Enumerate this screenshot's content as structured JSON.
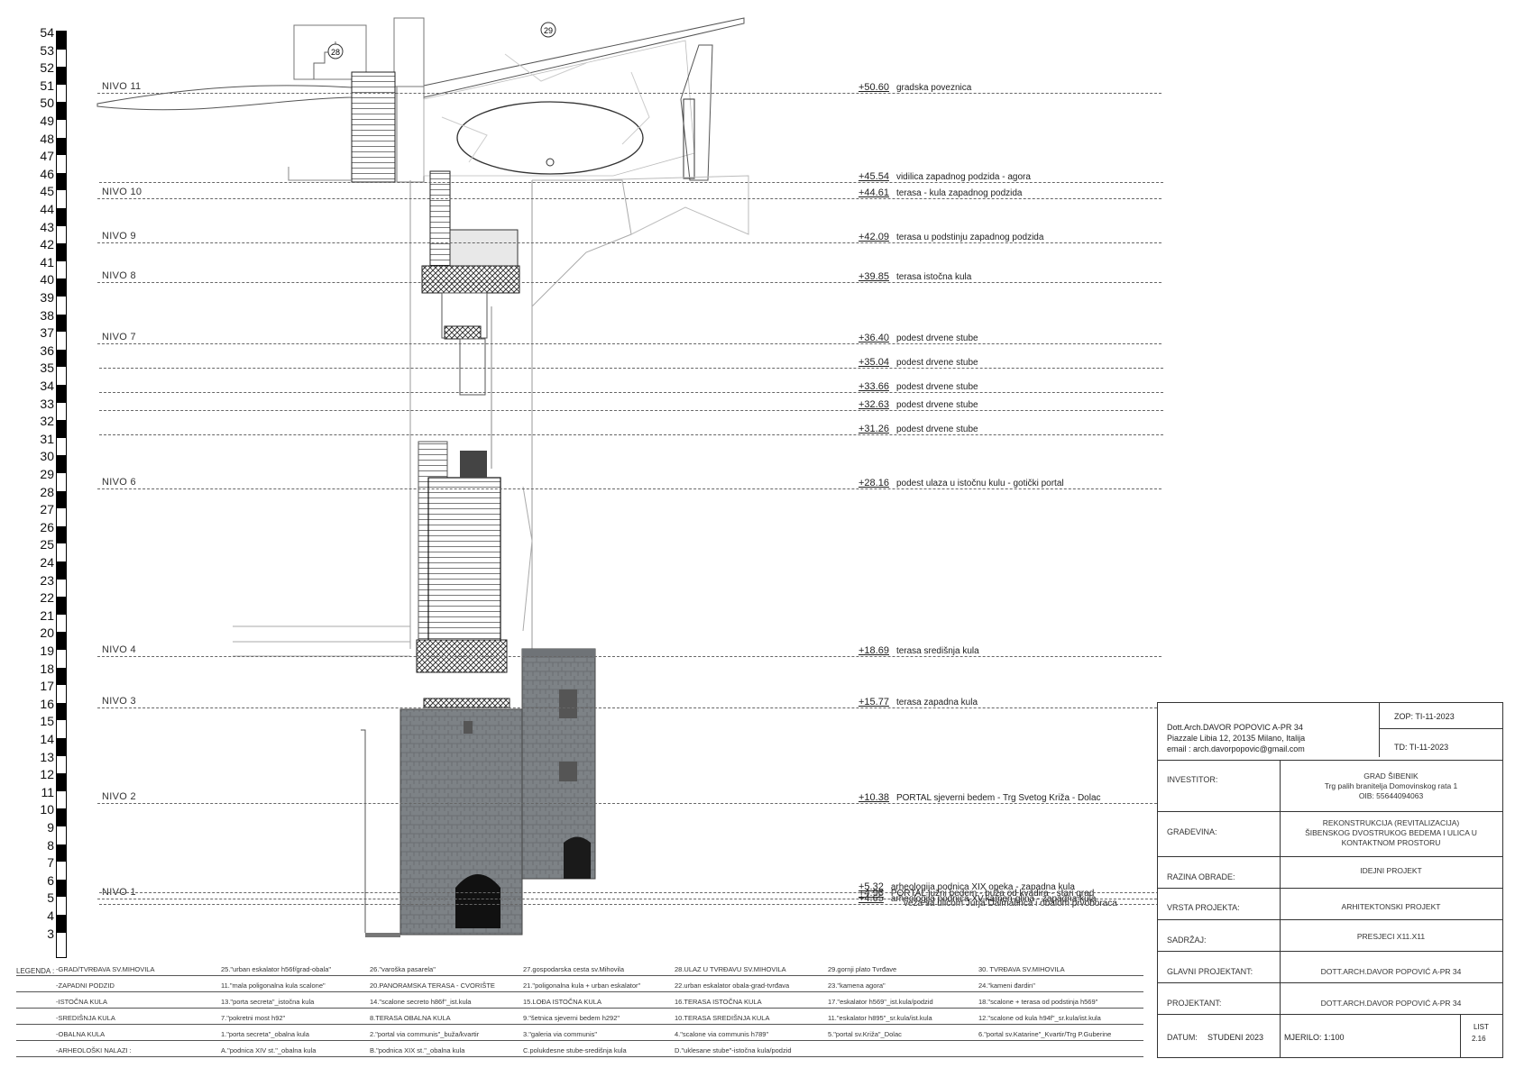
{
  "scale_ticks": [
    54,
    53,
    52,
    51,
    50,
    49,
    48,
    47,
    46,
    45,
    44,
    43,
    42,
    41,
    40,
    39,
    38,
    37,
    36,
    35,
    34,
    33,
    32,
    31,
    30,
    29,
    28,
    27,
    26,
    25,
    24,
    23,
    22,
    21,
    20,
    19,
    18,
    17,
    16,
    15,
    14,
    13,
    12,
    11,
    10,
    9,
    8,
    7,
    6,
    5,
    4,
    3
  ],
  "circle_labels": {
    "c28": "28",
    "c29": "29"
  },
  "levels": [
    {
      "nivo": "NIVO 11",
      "elev": "+50.60",
      "desc": "gradska poveznica"
    },
    {
      "nivo": "",
      "elev": "+45.54",
      "desc": "vidilica zapadnog podzida - agora"
    },
    {
      "nivo": "NIVO 10",
      "elev": "+44.61",
      "desc": "terasa - kula zapadnog podzida"
    },
    {
      "nivo": "NIVO 9",
      "elev": "+42.09",
      "desc": "terasa u podstinju zapadnog podzida"
    },
    {
      "nivo": "NIVO 8",
      "elev": "+39.85",
      "desc": "terasa istočna kula"
    },
    {
      "nivo": "NIVO 7",
      "elev": "+36.40",
      "desc": "podest drvene stube"
    },
    {
      "nivo": "",
      "elev": "+35.04",
      "desc": "podest drvene stube"
    },
    {
      "nivo": "",
      "elev": "+33.66",
      "desc": "podest drvene stube"
    },
    {
      "nivo": "",
      "elev": "+32.63",
      "desc": "podest drvene stube"
    },
    {
      "nivo": "",
      "elev": "+31.26",
      "desc": "podest drvene stube"
    },
    {
      "nivo": "NIVO 6",
      "elev": "+28.16",
      "desc": "podest ulaza u istočnu kulu - gotički portal"
    },
    {
      "nivo": "NIVO 4",
      "elev": "+18.69",
      "desc": "terasa središnja kula"
    },
    {
      "nivo": "NIVO 3",
      "elev": "+15.77",
      "desc": "terasa zapadna kula"
    },
    {
      "nivo": "NIVO 2",
      "elev": "+10.38",
      "desc": "PORTAL sjeverni bedem - Trg Svetog Križa - Dolac"
    },
    {
      "nivo": "NIVO 1",
      "elev": "+4.96",
      "desc": "PORTAL južni bedem - buža od kvadira - stari grad",
      "desc2": "veza sa ulicom Jurja Dalmatinca i obalom prvoboraca"
    },
    {
      "nivo": "",
      "elev": "+5.32",
      "desc": "arheologija podnica XIX opeka - zapadna kula"
    },
    {
      "nivo": "",
      "elev": "+4.65",
      "desc": "arheologija podnica XV.kamen-glina - zapadna kula"
    }
  ],
  "title_block": {
    "author": "Dott.Arch.DAVOR POPOVIC A-PR 34",
    "address": "Piazzale Libia 12, 20135 Milano, Italija",
    "email": "email : arch.davorpopovic@gmail.com",
    "zop": "ZOP: TI-11-2023",
    "td": "TD: TI-11-2023",
    "investitor_label": "INVESTITOR:",
    "investitor_1": "GRAD ŠIBENIK",
    "investitor_2": "Trg palih branitelja Domovinskog rata 1",
    "investitor_3": "OIB: 55644094063",
    "gradevina_label": "GRAĐEVINA:",
    "gradevina_1": "REKONSTRUKCIJA (REVITALIZACIJA)",
    "gradevina_2": "ŠIBENSKOG DVOSTRUKOG BEDEMA I ULICA U",
    "gradevina_3": "KONTAKTNOM PROSTORU",
    "razina_label": "RAZINA OBRADE:",
    "razina": "IDEJNI PROJEKT",
    "vrsta_label": "VRSTA PROJEKTA:",
    "vrsta": "ARHITEKTONSKI PROJEKT",
    "sadrzaj_label": "SADRŽAJ:",
    "sadrzaj": "PRESJECI X11.X11",
    "glavni_label": "GLAVNI PROJEKTANT:",
    "glavni": "DOTT.ARCH.DAVOR POPOVIĆ A-PR 34",
    "projektant_label": "PROJEKTANT:",
    "projektant": "DOTT.ARCH.DAVOR POPOVIĆ A-PR 34",
    "datum_label": "DATUM:",
    "datum": "STUDENI 2023",
    "mjerilo": "MJERILO: 1:100",
    "list_label": "LIST",
    "list": "2.16"
  },
  "legend": {
    "title": "LEGENDA :",
    "rows": [
      [
        "-GRAD/TVRĐAVA SV.MIHOVILA",
        "25.\"urban eskalator h56f/grad-obala\"",
        "26.\"varoška pasarela\"",
        "27.gospodarska cesta sv.Mihovila",
        "28.ULAZ U TVRĐAVU SV.MIHOVILA",
        "29.gornji plato Tvrđave",
        "30. TVRĐAVA SV.MIHOVILA"
      ],
      [
        "-ZAPADNI PODZID",
        "11.\"mala poligonalna kula scalone\"",
        "20.PANORAMSKA TERASA - CVORIŠTE",
        "21.\"poligonalna kula + urban eskalator\"",
        "22.urban eskalator obala-grad-tvrđava",
        "23.\"kamena agora\"",
        "24.\"kameni đardin\""
      ],
      [
        "-ISTOČNA KULA",
        "13.\"porta secreta\"_istočna kula",
        "14.\"scalone secreto h86f\"_ist.kula",
        "15.LOĐA ISTOČNA KULA",
        "16.TERASA ISTOČNA KULA",
        "17.\"eskalator h569\"_ist.kula/podzid",
        "18.\"scalone + terasa od podstinja h569\""
      ],
      [
        "-SREDIŠNJA KULA",
        "7.\"pokretni most h92\"",
        "8.TERASA OBALNA KULA",
        "9.\"šetnica sjeverni bedem h292\"",
        "10.TERASA SREDIŠNJA KULA",
        "11.\"eskalator h895\"_sr.kula/ist.kula",
        "12.\"scalone od kula h94f\"_sr.kula/ist.kula"
      ],
      [
        "-OBALNA KULA",
        "1.\"porta secreta\"_obalna kula",
        "2.\"portal via communis\"_buža/kvartir",
        "3.\"galeria via communis\"",
        "4.\"scalone via communis h789\"",
        "5.\"portal sv.Križa\"_Dolac",
        "6.\"portal sv.Katarine\"_Kvartir/Trg P.Guberine"
      ],
      [
        "-ARHEOLOŠKI NALAZI :",
        "A.\"podnica XIV st.\"_obalna kula",
        "B.\"podnica XIX st.\"_obalna kula",
        "C.polukdesne stube-središnja kula",
        "D.\"uklesane stube\"-istočna kula/podzid",
        "",
        ""
      ]
    ]
  }
}
